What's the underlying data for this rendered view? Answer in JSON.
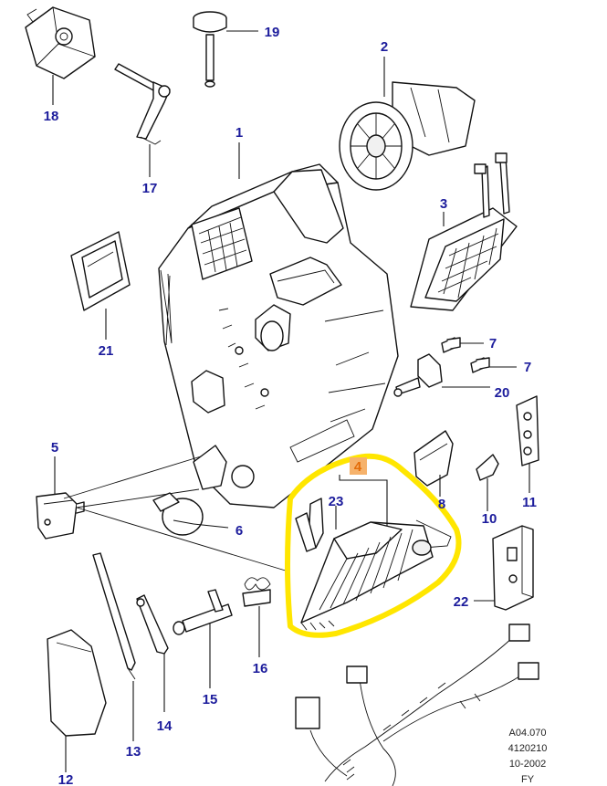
{
  "callouts": {
    "c1": "1",
    "c2": "2",
    "c3": "3",
    "c4": "4",
    "c5": "5",
    "c6": "6",
    "c7a": "7",
    "c7b": "7",
    "c8": "8",
    "c10": "10",
    "c11": "11",
    "c12": "12",
    "c13": "13",
    "c14": "14",
    "c15": "15",
    "c16": "16",
    "c17": "17",
    "c18": "18",
    "c19": "19",
    "c20": "20",
    "c21": "21",
    "c22": "22",
    "c23": "23"
  },
  "reference": {
    "line1": "A04.070",
    "line2": "4120210",
    "line3": "10-2002",
    "line4": "FY"
  },
  "colors": {
    "callout_text": "#1c1c9c",
    "highlight": "#ffe600",
    "badge_fill": "#f6b26b"
  }
}
